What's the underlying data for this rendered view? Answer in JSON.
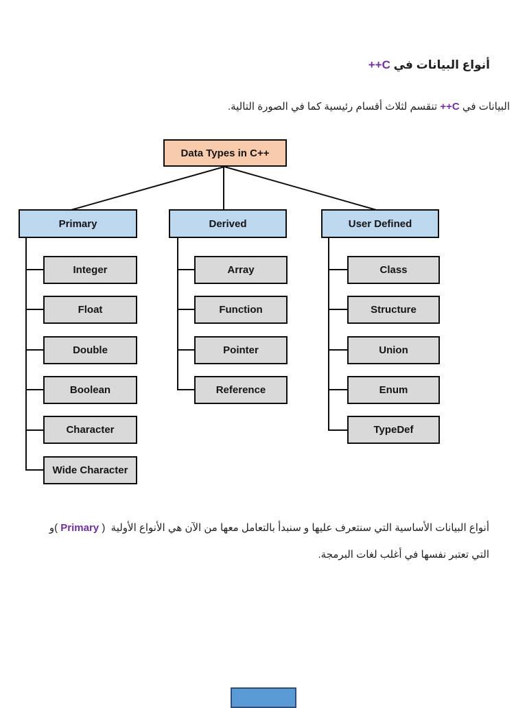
{
  "page": {
    "title": {
      "arabic": "أنواع البيانات في",
      "code": "C++"
    },
    "intro": {
      "pre": "البيانات في",
      "code": "C++",
      "post": "تنقسم لثلاث أقسام رئيسية كما في الصورة التالية."
    },
    "diagram": {
      "root": "Data Types in C++",
      "branches": [
        {
          "label": "Primary",
          "children": [
            "Integer",
            "Float",
            "Double",
            "Boolean",
            "Character",
            "Wide Character"
          ]
        },
        {
          "label": "Derived",
          "children": [
            "Array",
            "Function",
            "Pointer",
            "Reference"
          ]
        },
        {
          "label": "User Defined",
          "children": [
            "Class",
            "Structure",
            "Union",
            "Enum",
            "TypeDef"
          ]
        }
      ]
    },
    "paragraph": {
      "line1_pre": "أنواع البيانات الأساسية التي سنتعرف عليها و سنبدأ بالتعامل معها من الآن هي الأنواع الأولية",
      "paren_open": "(",
      "highlight": "Primary",
      "paren_close": ")",
      "line1_post": "و",
      "line2": "التي تعتبر نفسها في أغلب لغات البرمجة."
    },
    "colors": {
      "accent_purple": "#7030A0",
      "root_fill": "#F8CBAD",
      "branch_fill": "#BDD7EE",
      "leaf_fill": "#D9D9D9",
      "line_color": "#0d0d0d",
      "next_page_fill": "#5B9BD5"
    }
  }
}
